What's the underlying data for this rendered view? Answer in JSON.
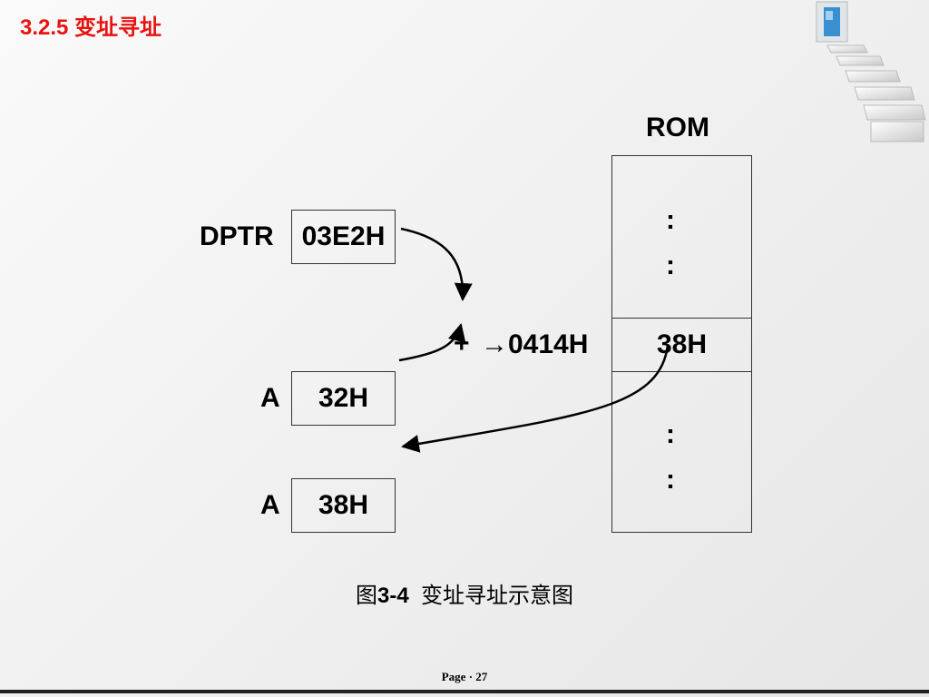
{
  "slide": {
    "section_title": "3.2.5  变址寻址",
    "caption_prefix": "图",
    "caption_number": "3-4",
    "caption_text": "  变址寻址示意图",
    "page_label": "Page",
    "page_sep": "·",
    "page_number": "27"
  },
  "diagram": {
    "rom_label": "ROM",
    "dptr_label": "DPTR",
    "dptr_value": "03E2H",
    "a_label_1": "A",
    "a_value_1": "32H",
    "a_label_2": "A",
    "a_value_2": "38H",
    "plus": "+",
    "arrow_result": "→0414H",
    "rom_cell_value": "38H",
    "dots_1": ":",
    "dots_2": ":",
    "dots_3": ":",
    "dots_4": ":"
  }
}
